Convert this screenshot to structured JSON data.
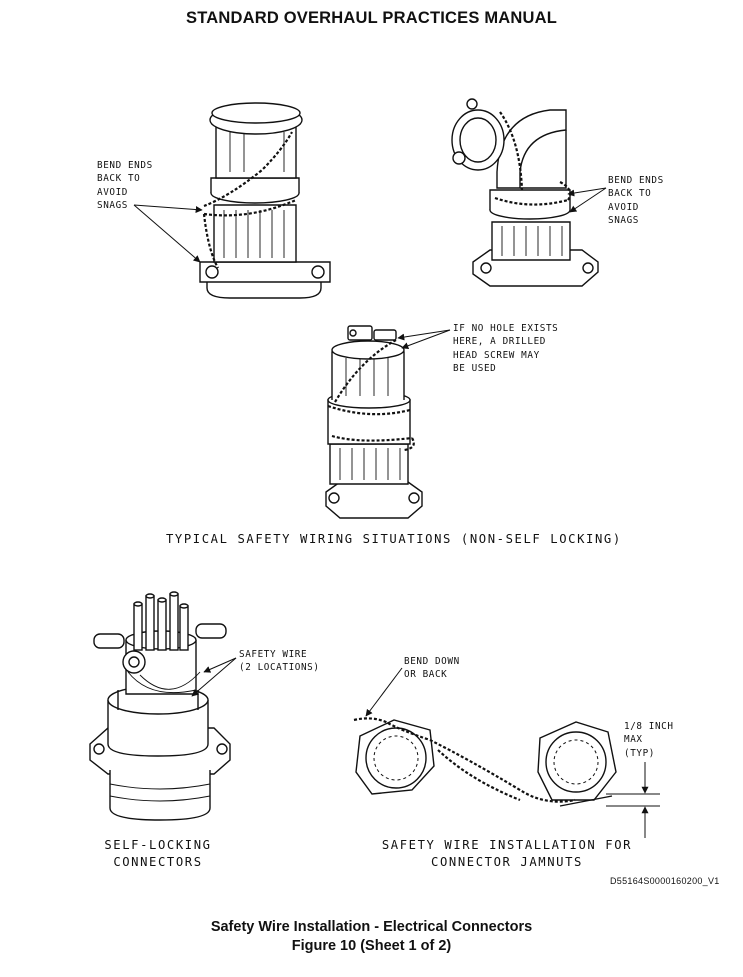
{
  "header": {
    "title": "STANDARD OVERHAUL PRACTICES MANUAL"
  },
  "callouts": {
    "bend_ends_left": "BEND ENDS\nBACK TO\nAVOID\nSNAGS",
    "bend_ends_right": "BEND ENDS\nBACK TO\nAVOID\nSNAGS",
    "no_hole": "IF NO HOLE EXISTS\nHERE, A DRILLED\nHEAD SCREW MAY\nBE USED",
    "safety_wire": "SAFETY WIRE\n(2 LOCATIONS)",
    "bend_down": "BEND DOWN\nOR BACK",
    "max_inch": "1/8 INCH\nMAX\n(TYP)"
  },
  "captions": {
    "typical": "TYPICAL SAFETY WIRING SITUATIONS (NON-SELF LOCKING)",
    "self_locking": "SELF-LOCKING\nCONNECTORS",
    "jamnuts": "SAFETY WIRE INSTALLATION FOR\nCONNECTOR JAMNUTS"
  },
  "doc_id": "D55164S0000160200_V1",
  "figure": {
    "title": "Safety Wire Installation - Electrical Connectors",
    "number": "Figure 10  (Sheet 1 of 2)"
  },
  "icons": {
    "connector_1": "straight-connector-illustration",
    "connector_2": "elbow-connector-illustration",
    "connector_3": "drilled-head-connector-illustration",
    "connector_4": "self-locking-connector-illustration",
    "jamnuts": "jamnut-pair-illustration"
  }
}
